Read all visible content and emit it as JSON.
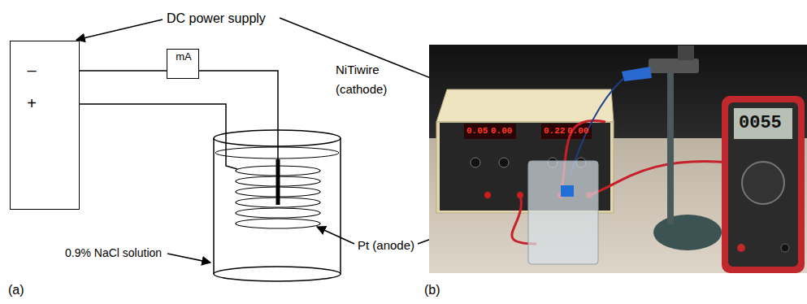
{
  "diagram": {
    "nodes": [
      {
        "text": [
          "–",
          "+"
        ]
      },
      {
        "text": [
          "mA"
        ]
      }
    ],
    "edges": [
      {
        "from": 0,
        "to": 1,
        "arrow": "none"
      }
    ],
    "labels": [
      "DC power supply",
      "NiTiwire",
      "(cathode)",
      "0.9% NaCl solution",
      "Pt (anode)",
      "(a)",
      "(b)",
      "0.05",
      "0.00",
      "0.22",
      "0.00",
      "0055"
    ]
  }
}
